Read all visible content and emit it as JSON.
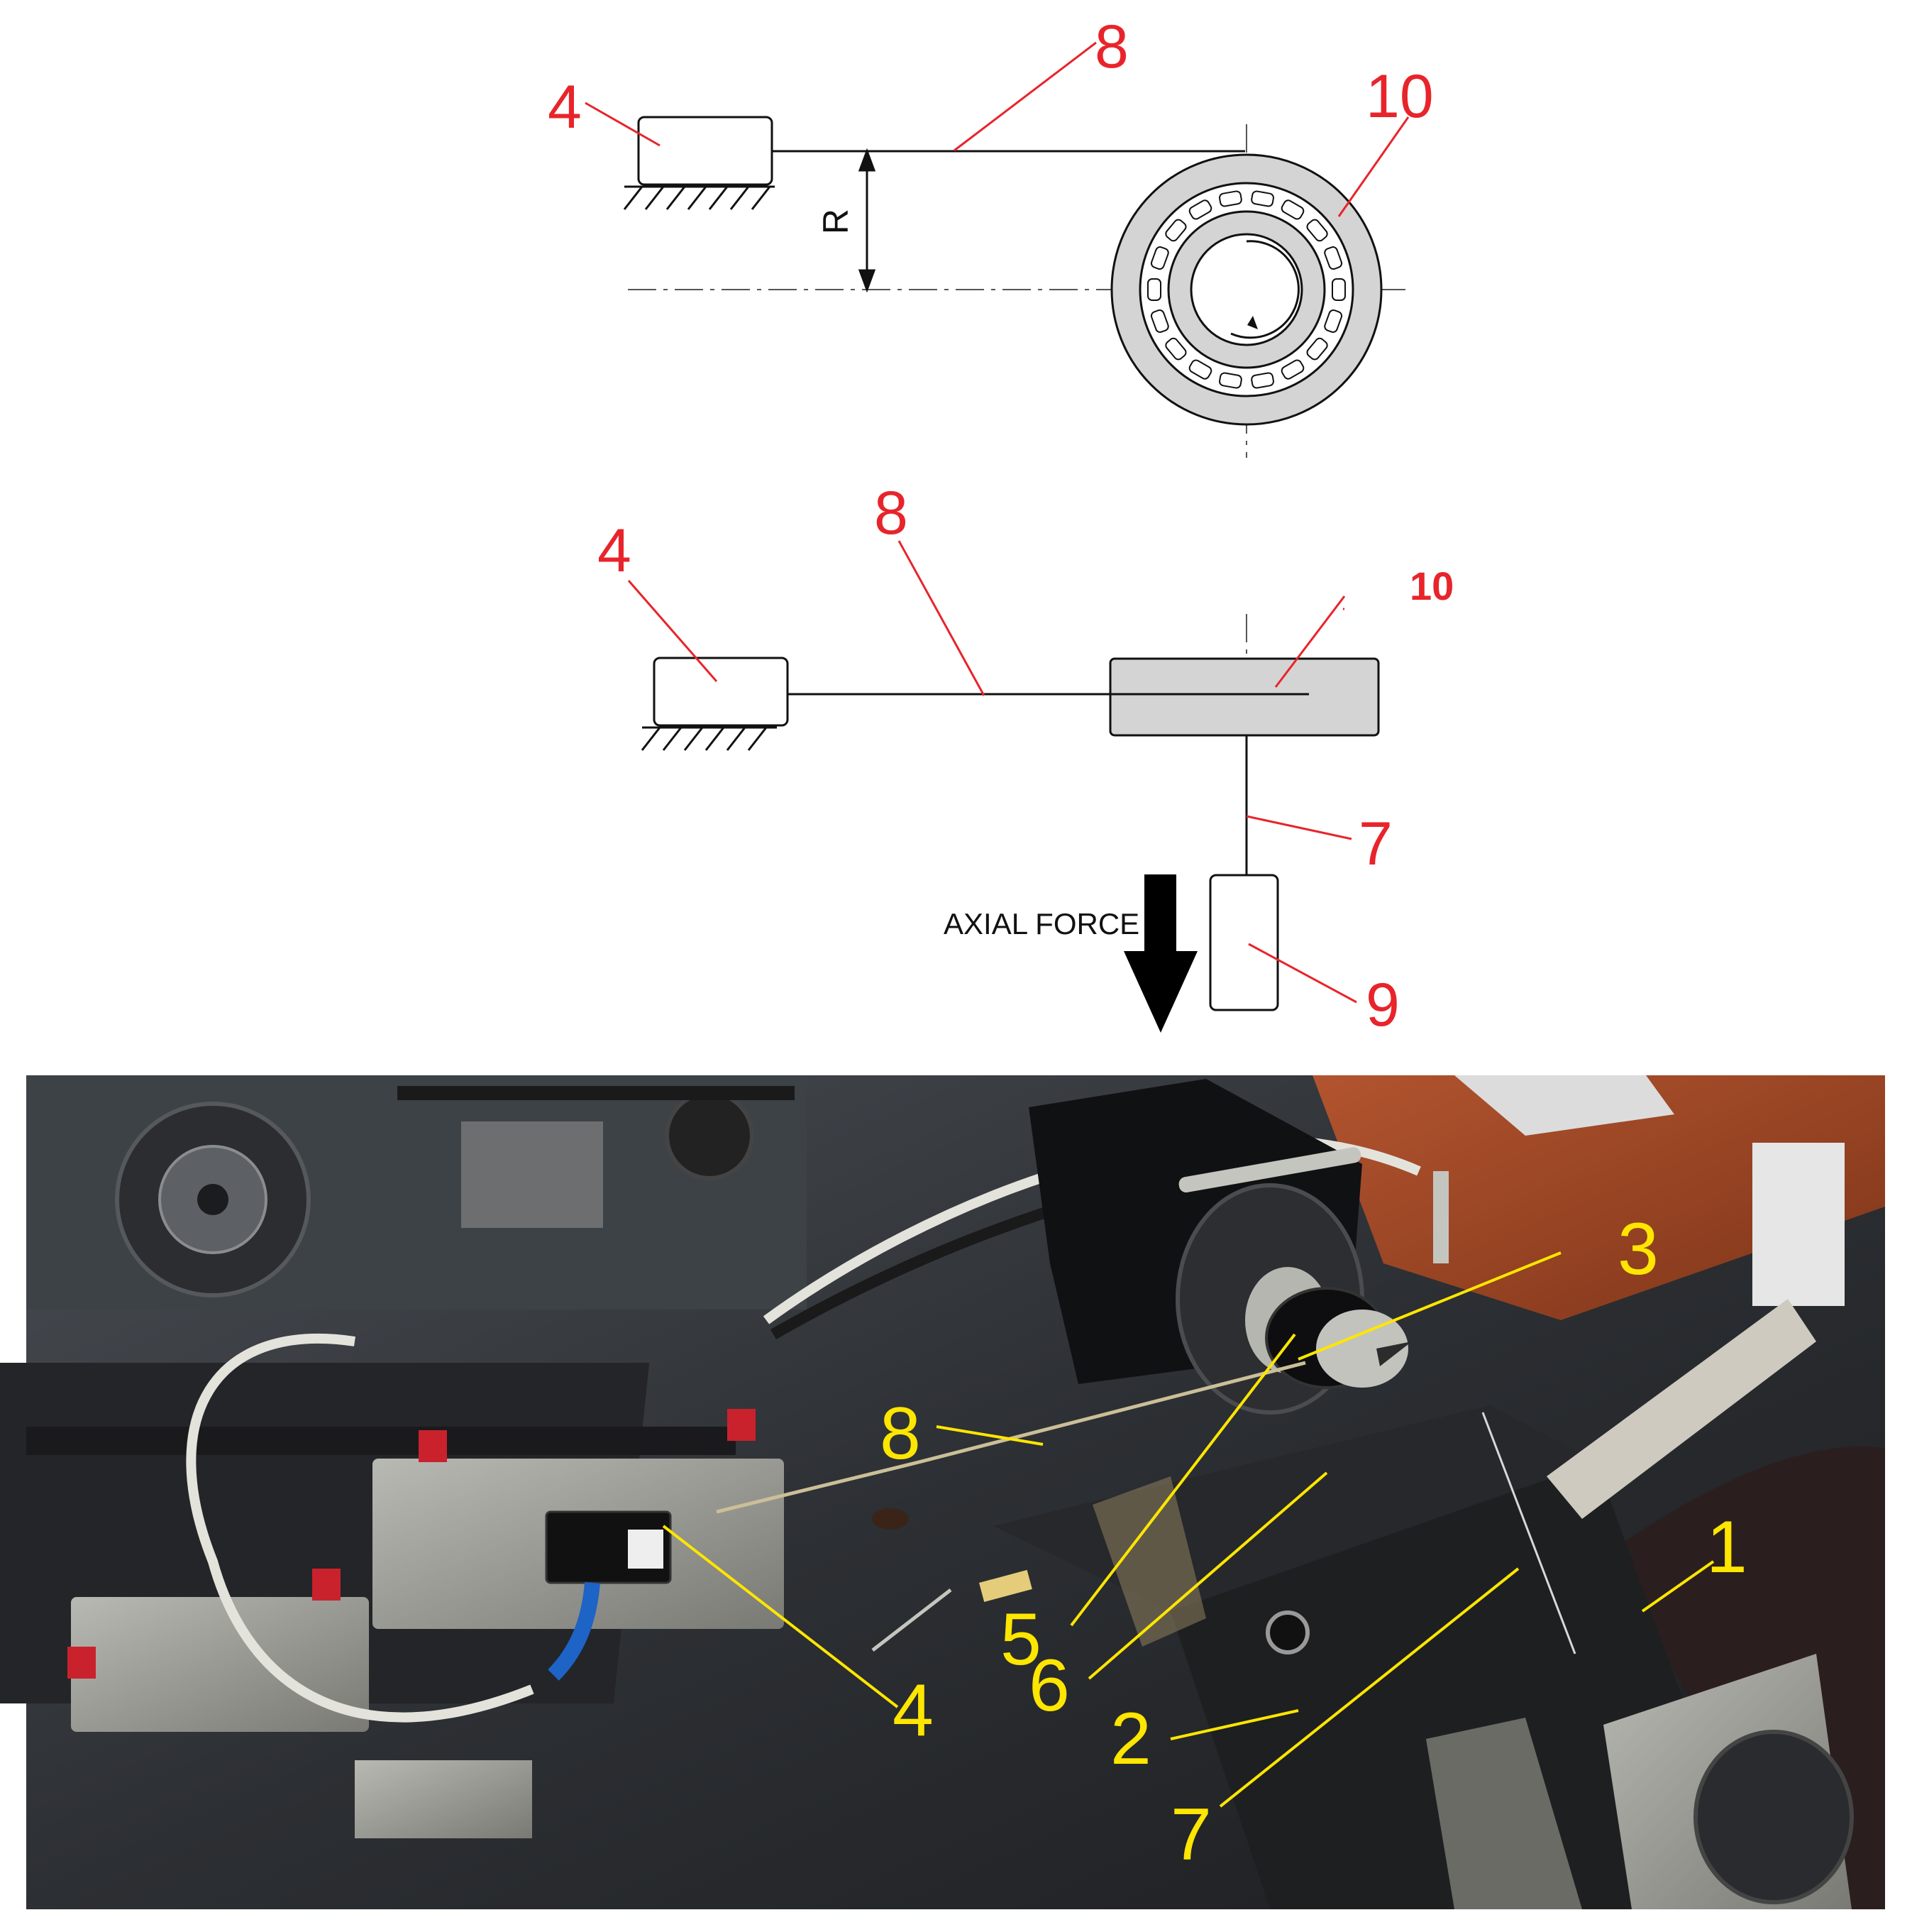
{
  "top_diagram": {
    "labels": {
      "sensor": "4",
      "thread": "8",
      "bearing": "10"
    },
    "dimension_label": "R"
  },
  "middle_diagram": {
    "labels": {
      "sensor": "4",
      "thread": "8",
      "bearing": "10",
      "load_line": "7",
      "weight": "9"
    },
    "force_label": "AXIAL FORCE"
  },
  "photo": {
    "labels": {
      "frame": "1",
      "base_plate": "2",
      "spindle": "3",
      "sensor": "4",
      "bearing_outer": "5",
      "bearing_inner": "6",
      "load_line": "7",
      "thread": "8"
    }
  },
  "colors": {
    "red": "#e8242b",
    "yellow": "#ffe600",
    "bearing_fill": "#d4d4d4"
  }
}
